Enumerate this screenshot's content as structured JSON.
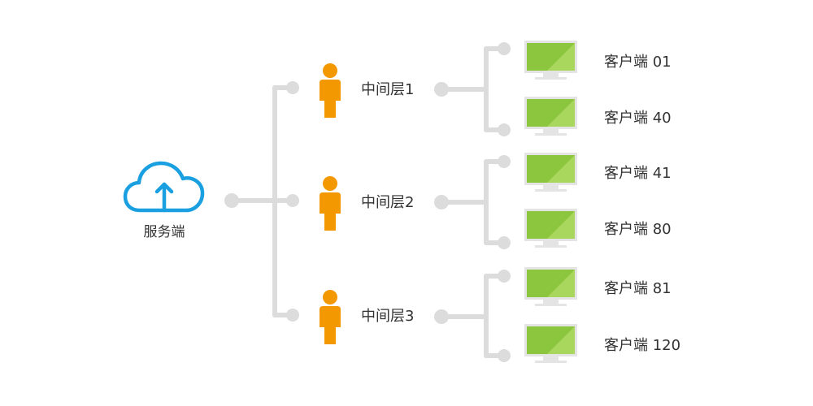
{
  "server": {
    "label": "服务端",
    "icon": "cloud-upload-icon"
  },
  "middle_layers": [
    {
      "label": "中间层1",
      "icon": "person-icon"
    },
    {
      "label": "中间层2",
      "icon": "person-icon"
    },
    {
      "label": "中间层3",
      "icon": "person-icon"
    }
  ],
  "clients": [
    {
      "label": "客户端 01",
      "icon": "monitor-icon"
    },
    {
      "label": "客户端 40",
      "icon": "monitor-icon"
    },
    {
      "label": "客户端 41",
      "icon": "monitor-icon"
    },
    {
      "label": "客户端 80",
      "icon": "monitor-icon"
    },
    {
      "label": "客户端 81",
      "icon": "monitor-icon"
    },
    {
      "label": "客户端 120",
      "icon": "monitor-icon"
    }
  ],
  "colors": {
    "connector": "#dcdcdc",
    "cloud": "#1a9fe0",
    "person": "#f39800",
    "screen": "#8cc63f",
    "screen_highlight": "#a9d65c",
    "monitor_frame": "#e4e4e4",
    "text": "#333333"
  }
}
